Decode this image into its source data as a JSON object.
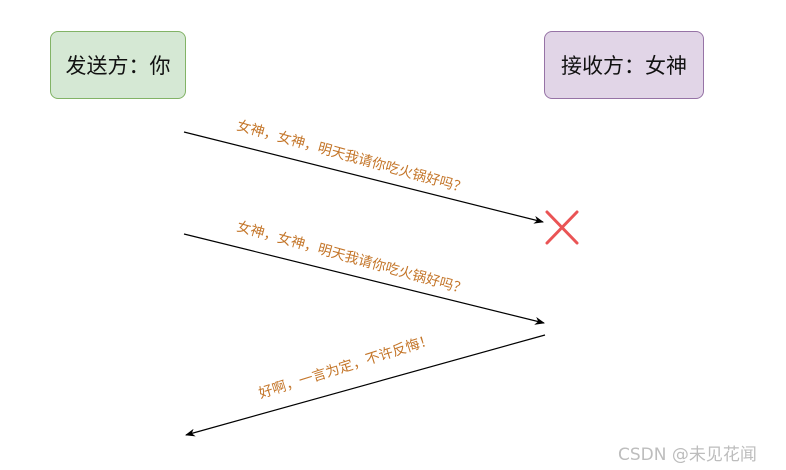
{
  "diagram": {
    "type": "sequence",
    "actors": [
      {
        "id": "sender",
        "label": "发送方：你",
        "fill": "#d5e8d4",
        "stroke": "#82b366"
      },
      {
        "id": "receiver",
        "label": "接收方：女神",
        "fill": "#e1d5e7",
        "stroke": "#9673a6"
      }
    ],
    "messages": [
      {
        "from": "sender",
        "to": "receiver",
        "label": "女神，女神，明天我请你吃火锅好吗？",
        "status": "lost"
      },
      {
        "from": "sender",
        "to": "receiver",
        "label": "女神，女神，明天我请你吃火锅好吗？",
        "status": "delivered"
      },
      {
        "from": "receiver",
        "to": "sender",
        "label": "好啊，一言为定，不许反悔！",
        "status": "delivered"
      }
    ],
    "lost_marker": {
      "icon": "x-cross-icon",
      "color": "#ea5455"
    },
    "label_color": "#c4762a"
  },
  "watermark": "CSDN @未见花闻"
}
